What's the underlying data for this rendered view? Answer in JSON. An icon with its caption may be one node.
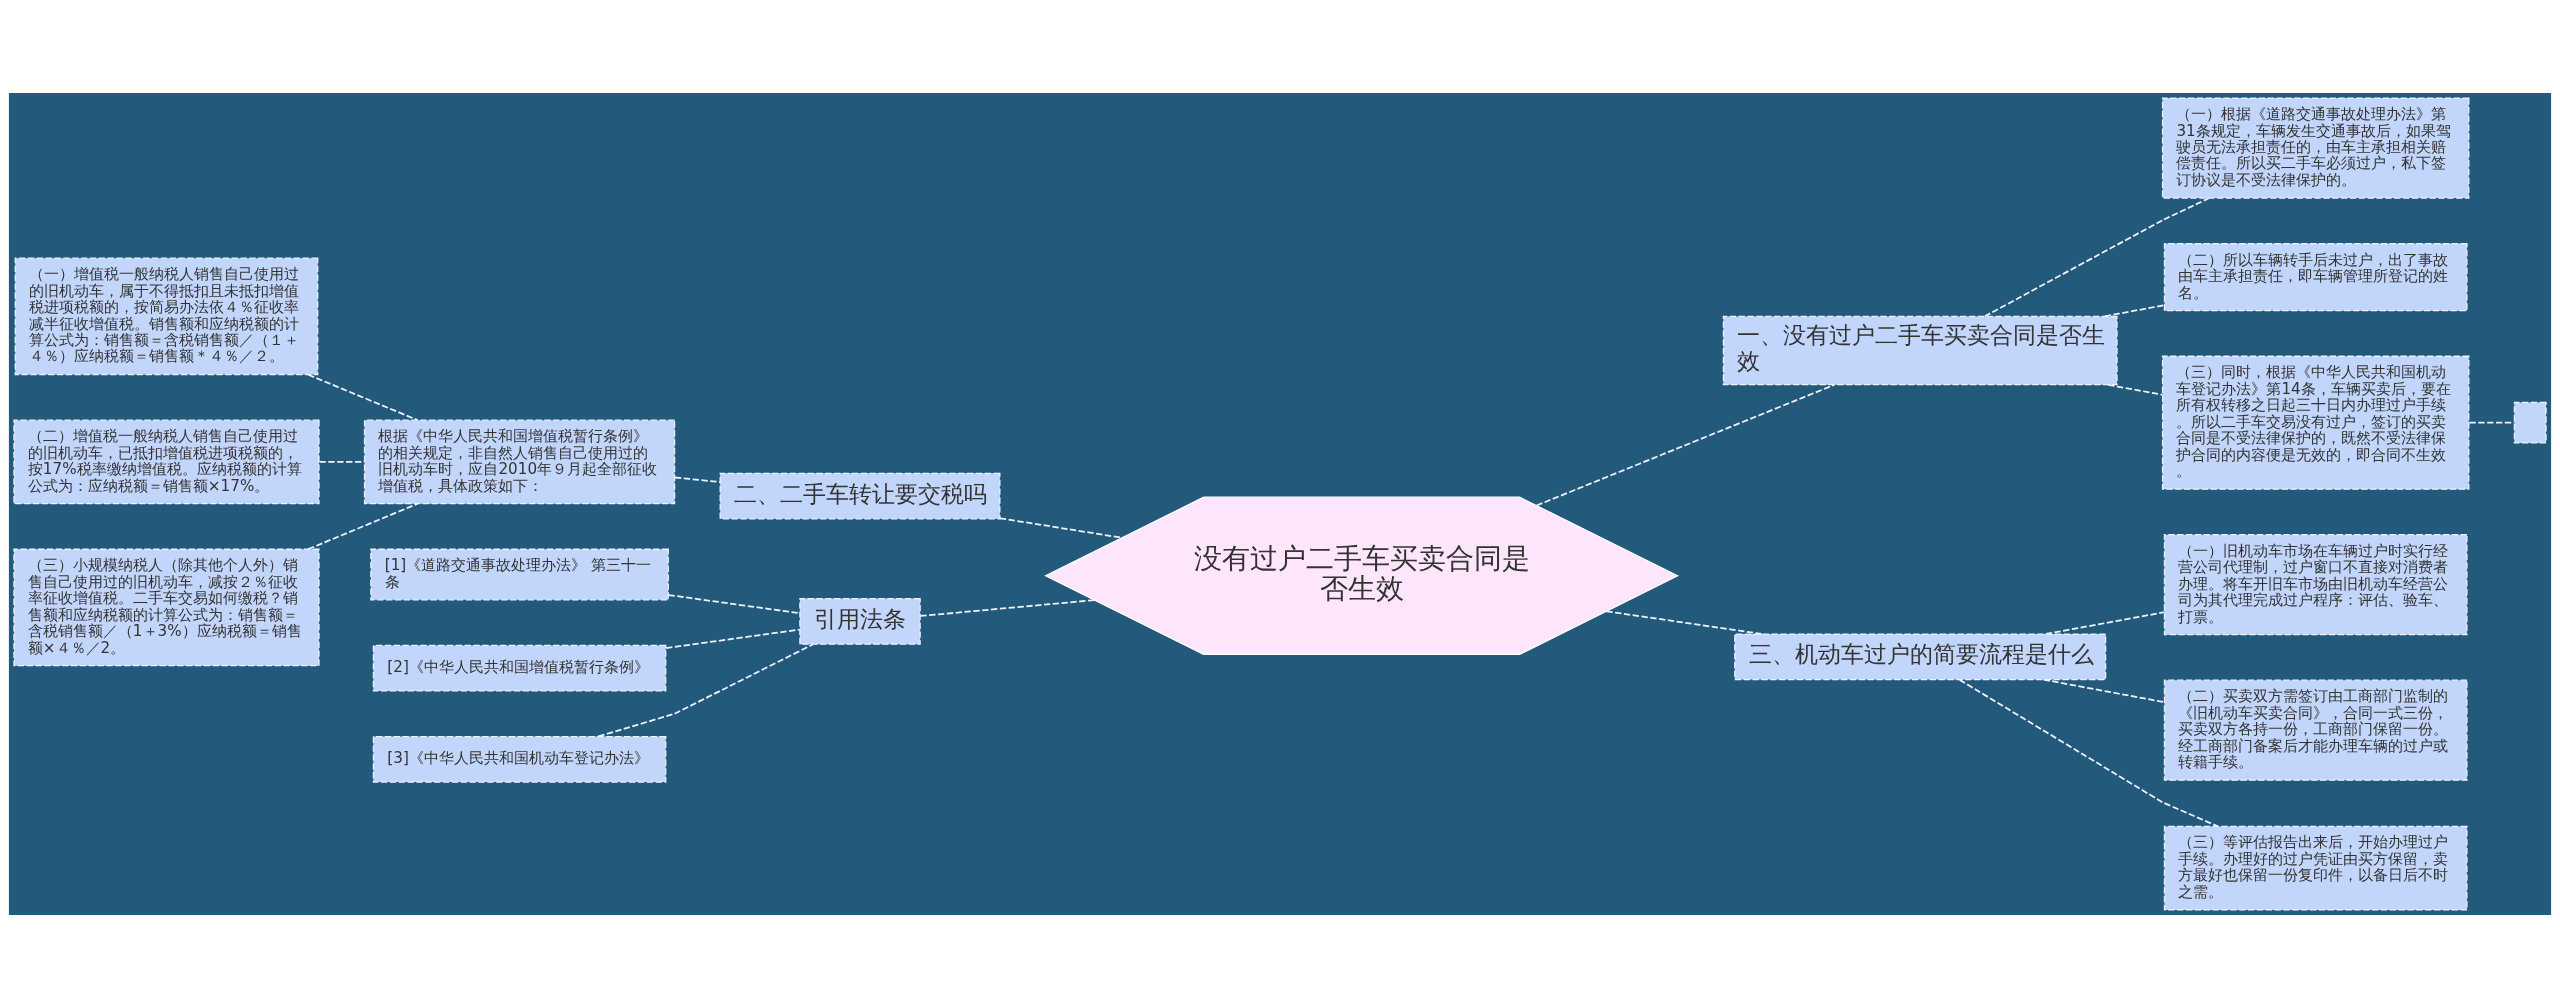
{
  "diagram": {
    "nodes": [
      {
        "text": [
          "没有过户二手车买卖合同是否生效"
        ]
      },
      {
        "text": [
          "一、没有过户二手车买卖合同是否生效"
        ]
      },
      {
        "text": [
          "（一）根据《道路交通事故处理办法》第31条规定，车辆发生交通事故后，如果驾驶员无法承担责任的，由车主承担相关赔偿责任。所以买二手车必须过户，私下签订协议是不受法律保护的。"
        ]
      },
      {
        "text": [
          "（二）所以车辆转手后未过户，出了事故由车主承担责任，即车辆管理所登记的姓名。"
        ]
      },
      {
        "text": [
          "（三）同时，根据《中华人民共和国机动车登记办法》第14条，车辆买卖后，要在所有权转移之日起三十日内办理过户手续。所以二手车交易没有过户，签订的买卖合同是不受法律保护的，既然不受法律保护合同的内容便是无效的，即合同不生效。"
        ]
      },
      {
        "text": [],
        "shape": "box"
      },
      {
        "text": [
          "三、机动车过户的简要流程是什么"
        ]
      },
      {
        "text": [
          "（一）旧机动车市场在车辆过户时实行经营公司代理制，过户窗口不直接对消费者办理。将车开旧车市场由旧机动车经营公司为其代理完成过户程序：评估、验车、打票。"
        ]
      },
      {
        "text": [
          "（二）买卖双方需签订由工商部门监制的《旧机动车买卖合同》，合同一式三份，买卖双方各持一份，工商部门保留一份。经工商部门备案后才能办理车辆的过户或转籍手续。"
        ]
      },
      {
        "text": [
          "（三）等评估报告出来后，开始办理过户手续。办理好的过户凭证由买方保留，卖方最好也保留一份复印件，以备日后不时之需。"
        ]
      },
      {
        "text": [
          "二、二手车转让要交税吗"
        ]
      },
      {
        "text": [
          "根据《中华人民共和国增值税暂行条例》的相关规定，非自然人销售自己使用过的旧机动车时，应自2010年９月起全部征收增值税，具体政策如下："
        ]
      },
      {
        "text": [
          "（一）增值税一般纳税人销售自己使用过的旧机动车，属于不得抵扣且未抵扣增值税进项税额的，按简易办法依４％征收率减半征收增值税。销售额和应纳税额的计算公式为：销售额＝含税销售额／（１＋４％）应纳税额＝销售额＊４％／２。"
        ]
      },
      {
        "text": [
          "（二）增值税一般纳税人销售自己使用过的旧机动车，已抵扣增值税进项税额的，按17%税率缴纳增值税。应纳税额的计算公式为：应纳税额＝销售额×17%。"
        ]
      },
      {
        "text": [
          "（三）小规模纳税人（除其他个人外）销售自己使用过的旧机动车，减按２％征收率征收增值税。二手车交易如何缴税？销售额和应纳税额的计算公式为：销售额＝含税销售额／（1＋3%）应纳税额＝销售额×４％／2。"
        ]
      },
      {
        "text": [
          "引用法条"
        ]
      },
      {
        "text": [
          "[1]《道路交通事故处理办法》 第三十一条"
        ]
      },
      {
        "text": [
          "[2]《中华人民共和国增值税暂行条例》"
        ]
      },
      {
        "text": [
          "[3]《中华人民共和国机动车登记办法》"
        ]
      }
    ],
    "edges": [
      {
        "from": 0,
        "to": 1,
        "arrow": "none",
        "style": "dashed"
      },
      {
        "from": 1,
        "to": 2,
        "arrow": "none",
        "style": "dashed"
      },
      {
        "from": 1,
        "to": 3,
        "arrow": "none",
        "style": "dashed"
      },
      {
        "from": 1,
        "to": 4,
        "arrow": "none",
        "style": "dashed"
      },
      {
        "from": 4,
        "to": 5,
        "arrow": "none",
        "style": "dashed"
      },
      {
        "from": 0,
        "to": 6,
        "arrow": "none",
        "style": "dashed"
      },
      {
        "from": 6,
        "to": 7,
        "arrow": "none",
        "style": "dashed"
      },
      {
        "from": 6,
        "to": 8,
        "arrow": "none",
        "style": "dashed"
      },
      {
        "from": 6,
        "to": 9,
        "arrow": "none",
        "style": "dashed"
      },
      {
        "from": 10,
        "to": 0,
        "arrow": "none",
        "style": "dashed"
      },
      {
        "from": 11,
        "to": 10,
        "arrow": "none",
        "style": "dashed"
      },
      {
        "from": 12,
        "to": 11,
        "arrow": "none",
        "style": "dashed"
      },
      {
        "from": 13,
        "to": 11,
        "arrow": "none",
        "style": "dashed"
      },
      {
        "from": 14,
        "to": 11,
        "arrow": "none",
        "style": "dashed"
      },
      {
        "from": 15,
        "to": 0,
        "arrow": "none",
        "style": "dashed"
      },
      {
        "from": 16,
        "to": 15,
        "arrow": "none",
        "style": "dashed"
      },
      {
        "from": 17,
        "to": 15,
        "arrow": "none",
        "style": "dashed"
      },
      {
        "from": 18,
        "to": 15,
        "arrow": "none",
        "style": "dashed"
      }
    ]
  }
}
